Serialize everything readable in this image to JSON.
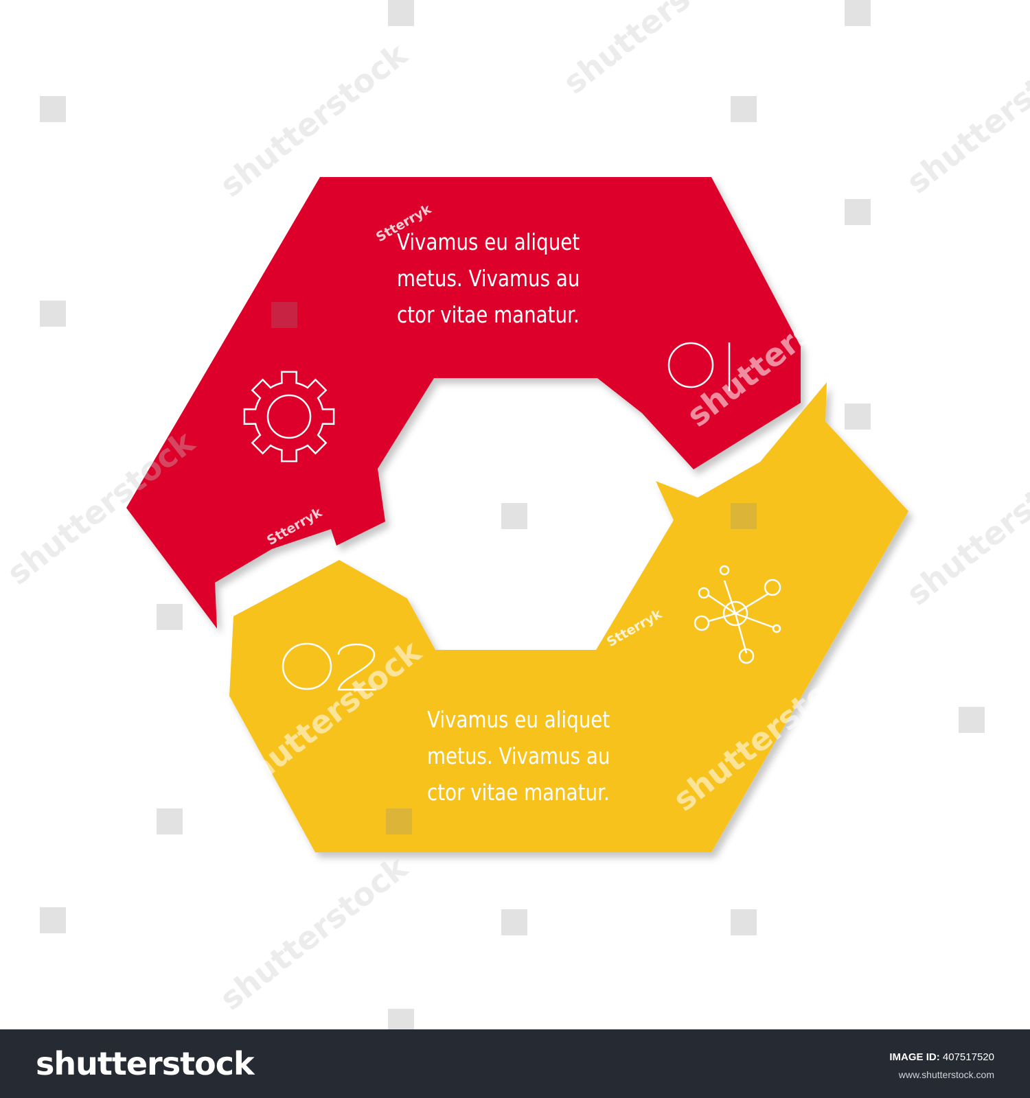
{
  "steps": [
    {
      "number": "01",
      "color": "#dc062b",
      "icon": "gear-icon",
      "text_lines": [
        "Vivamus eu aliquet",
        "metus. Vivamus au",
        "ctor vitae manatur."
      ]
    },
    {
      "number": "02",
      "color": "#f7c21f",
      "icon": "molecule-network-icon",
      "text_lines": [
        "Vivamus eu aliquet",
        "metus. Vivamus au",
        "ctor vitae manatur."
      ]
    }
  ],
  "watermark": {
    "text": "shutterstock",
    "author_tag": "Stterryk"
  },
  "footer": {
    "brand": "shutterstock",
    "image_id_label": "IMAGE ID:",
    "image_id": "407517520",
    "site": "www.shutterstock.com",
    "background_color": "#262a33"
  }
}
